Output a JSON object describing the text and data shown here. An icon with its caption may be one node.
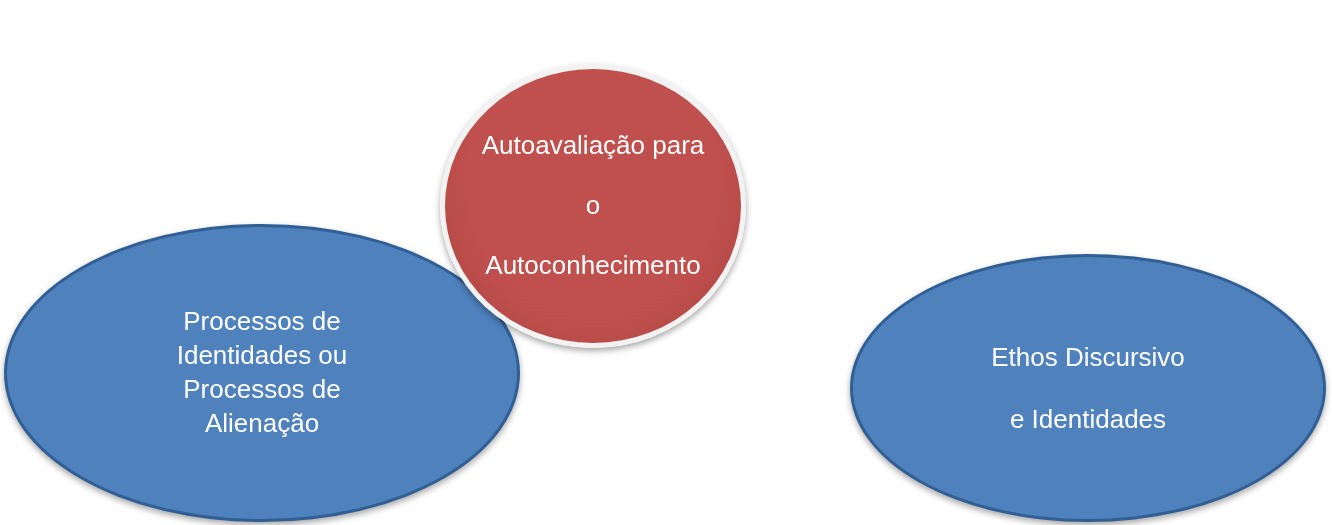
{
  "diagram": {
    "nodes": [
      {
        "text": [
          "Autoavaliação para o Autoconhecimento"
        ]
      },
      {
        "text": [
          "Processos de Identidades ou Processos de Alienação"
        ]
      },
      {
        "text": [
          "Ethos Discursivo e Identidades"
        ]
      }
    ],
    "edges": []
  }
}
